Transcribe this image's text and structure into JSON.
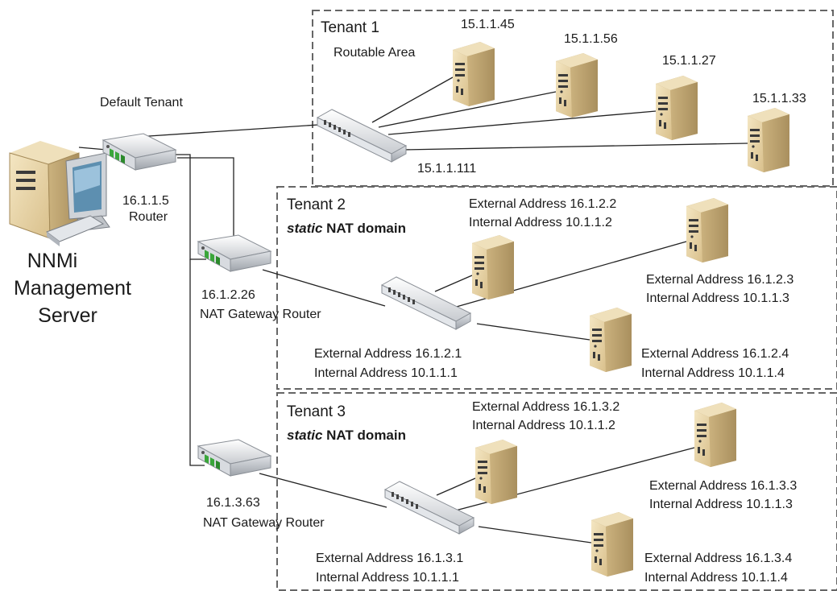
{
  "default_tenant": "Default Tenant",
  "server": {
    "line1": "NNMi",
    "line2": "Management",
    "line3": "Server"
  },
  "router": {
    "ip": "16.1.1.5",
    "label": "Router"
  },
  "tenant1": {
    "title": "Tenant 1",
    "subtitle": "Routable Area",
    "switch_ip": "15.1.1.111",
    "servers": [
      "15.1.1.45",
      "15.1.1.56",
      "15.1.1.27",
      "15.1.1.33"
    ]
  },
  "tenant2": {
    "title": "Tenant 2",
    "nat_italic": "static",
    "nat_rest": " NAT domain",
    "gateway_ip": "16.1.2.26",
    "gateway_label": "NAT Gateway Router",
    "switch_ext": "External Address 16.1.2.1",
    "switch_int": "Internal Address 10.1.1.1",
    "s1_ext": "External Address 16.1.2.2",
    "s1_int": "Internal Address 10.1.1.2",
    "s2_ext": "External Address 16.1.2.3",
    "s2_int": "Internal Address 10.1.1.3",
    "s3_ext": "External Address 16.1.2.4",
    "s3_int": "Internal Address 10.1.1.4"
  },
  "tenant3": {
    "title": "Tenant 3",
    "nat_italic": "static",
    "nat_rest": " NAT domain",
    "gateway_ip": "16.1.3.63",
    "gateway_label": "NAT Gateway Router",
    "switch_ext": "External Address 16.1.3.1",
    "switch_int": "Internal Address 10.1.1.1",
    "s1_ext": "External Address 16.1.3.2",
    "s1_int": "Internal Address 10.1.1.2",
    "s2_ext": "External Address 16.1.3.3",
    "s2_int": "Internal Address 10.1.1.3",
    "s3_ext": "External Address 16.1.3.4",
    "s3_int": "Internal Address 10.1.1.4"
  },
  "colors": {
    "server_body": "#e6d3a6",
    "server_side": "#c4ad7c",
    "router_accent": "#3aa63a",
    "box_stroke": "#666666"
  }
}
